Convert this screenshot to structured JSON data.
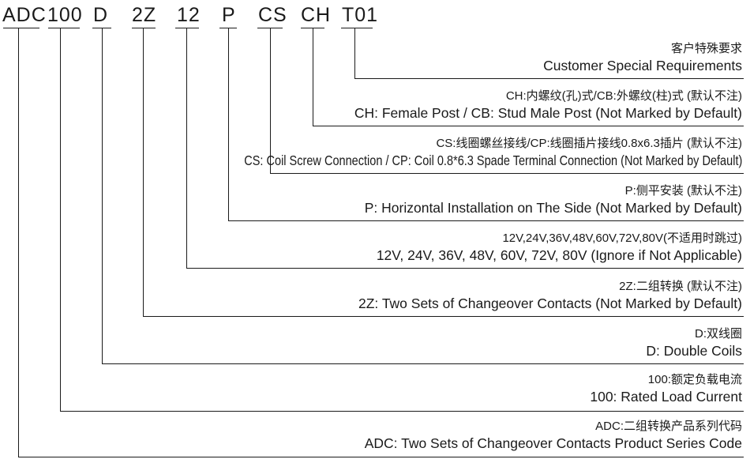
{
  "code_segments": [
    {
      "id": "adc",
      "text": "ADC"
    },
    {
      "id": "100",
      "text": "100"
    },
    {
      "id": "d",
      "text": "D"
    },
    {
      "id": "2z",
      "text": "2Z"
    },
    {
      "id": "12",
      "text": "12"
    },
    {
      "id": "p",
      "text": "P"
    },
    {
      "id": "cs",
      "text": "CS"
    },
    {
      "id": "ch",
      "text": "CH"
    },
    {
      "id": "t01",
      "text": "T01"
    }
  ],
  "descriptions": [
    {
      "id": "t01",
      "cn": "客户特殊要求",
      "en": "Customer Special Requirements"
    },
    {
      "id": "ch",
      "cn": "CH:内螺纹(孔)式/CB:外螺纹(柱)式 (默认不注)",
      "en": "CH: Female Post / CB: Stud Male Post (Not Marked by Default)"
    },
    {
      "id": "cs",
      "cn": "CS:线圈螺丝接线/CP:线圈插片接线0.8x6.3插片 (默认不注)",
      "en": "CS: Coil Screw Connection / CP: Coil 0.8*6.3 Spade Terminal Connection (Not Marked by Default)"
    },
    {
      "id": "p",
      "cn": "P:侧平安装 (默认不注)",
      "en": "P: Horizontal Installation on The Side (Not Marked by Default)"
    },
    {
      "id": "12",
      "cn": "12V,24V,36V,48V,60V,72V,80V(不适用时跳过)",
      "en": "12V, 24V, 36V, 48V, 60V, 72V, 80V (Ignore if Not Applicable)"
    },
    {
      "id": "2z",
      "cn": "2Z:二组转换 (默认不注)",
      "en": "2Z: Two Sets of Changeover Contacts (Not Marked by Default)"
    },
    {
      "id": "d",
      "cn": "D:双线圈",
      "en": "D: Double Coils"
    },
    {
      "id": "100",
      "cn": "100:额定负载电流",
      "en": "100: Rated Load Current"
    },
    {
      "id": "adc",
      "cn": "ADC:二组转换产品系列代码",
      "en": "ADC: Two Sets of Changeover Contacts Product Series Code"
    }
  ]
}
